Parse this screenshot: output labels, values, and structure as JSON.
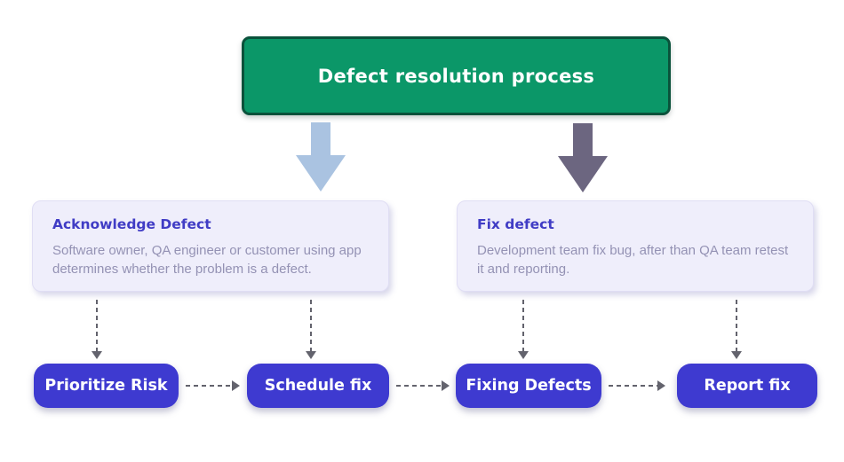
{
  "title_node": {
    "label": "Defect resolution process"
  },
  "branches": [
    {
      "heading": "Acknowledge Defect",
      "body": "Software owner, QA engineer or customer using app determines whether the problem is a defect."
    },
    {
      "heading": "Fix defect",
      "body": "Development team fix bug, after than QA team retest it and reporting."
    }
  ],
  "steps": [
    {
      "label": "Prioritize Risk"
    },
    {
      "label": "Schedule fix"
    },
    {
      "label": "Fixing Defects"
    },
    {
      "label": "Report fix"
    }
  ],
  "colors": {
    "page_bg": "#ffffff",
    "title_fill": "#0b9768",
    "title_border": "#0a523b",
    "title_text": "#ffffff",
    "arrow_left": "#aac3e1",
    "arrow_right": "#6c6680",
    "card_fill": "#efeefb",
    "card_border": "#e0def4",
    "heading_text": "#403cc5",
    "body_text": "#9492b4",
    "step_fill": "#3e3ad0",
    "step_text": "#ffffff",
    "connector": "#63636d"
  }
}
